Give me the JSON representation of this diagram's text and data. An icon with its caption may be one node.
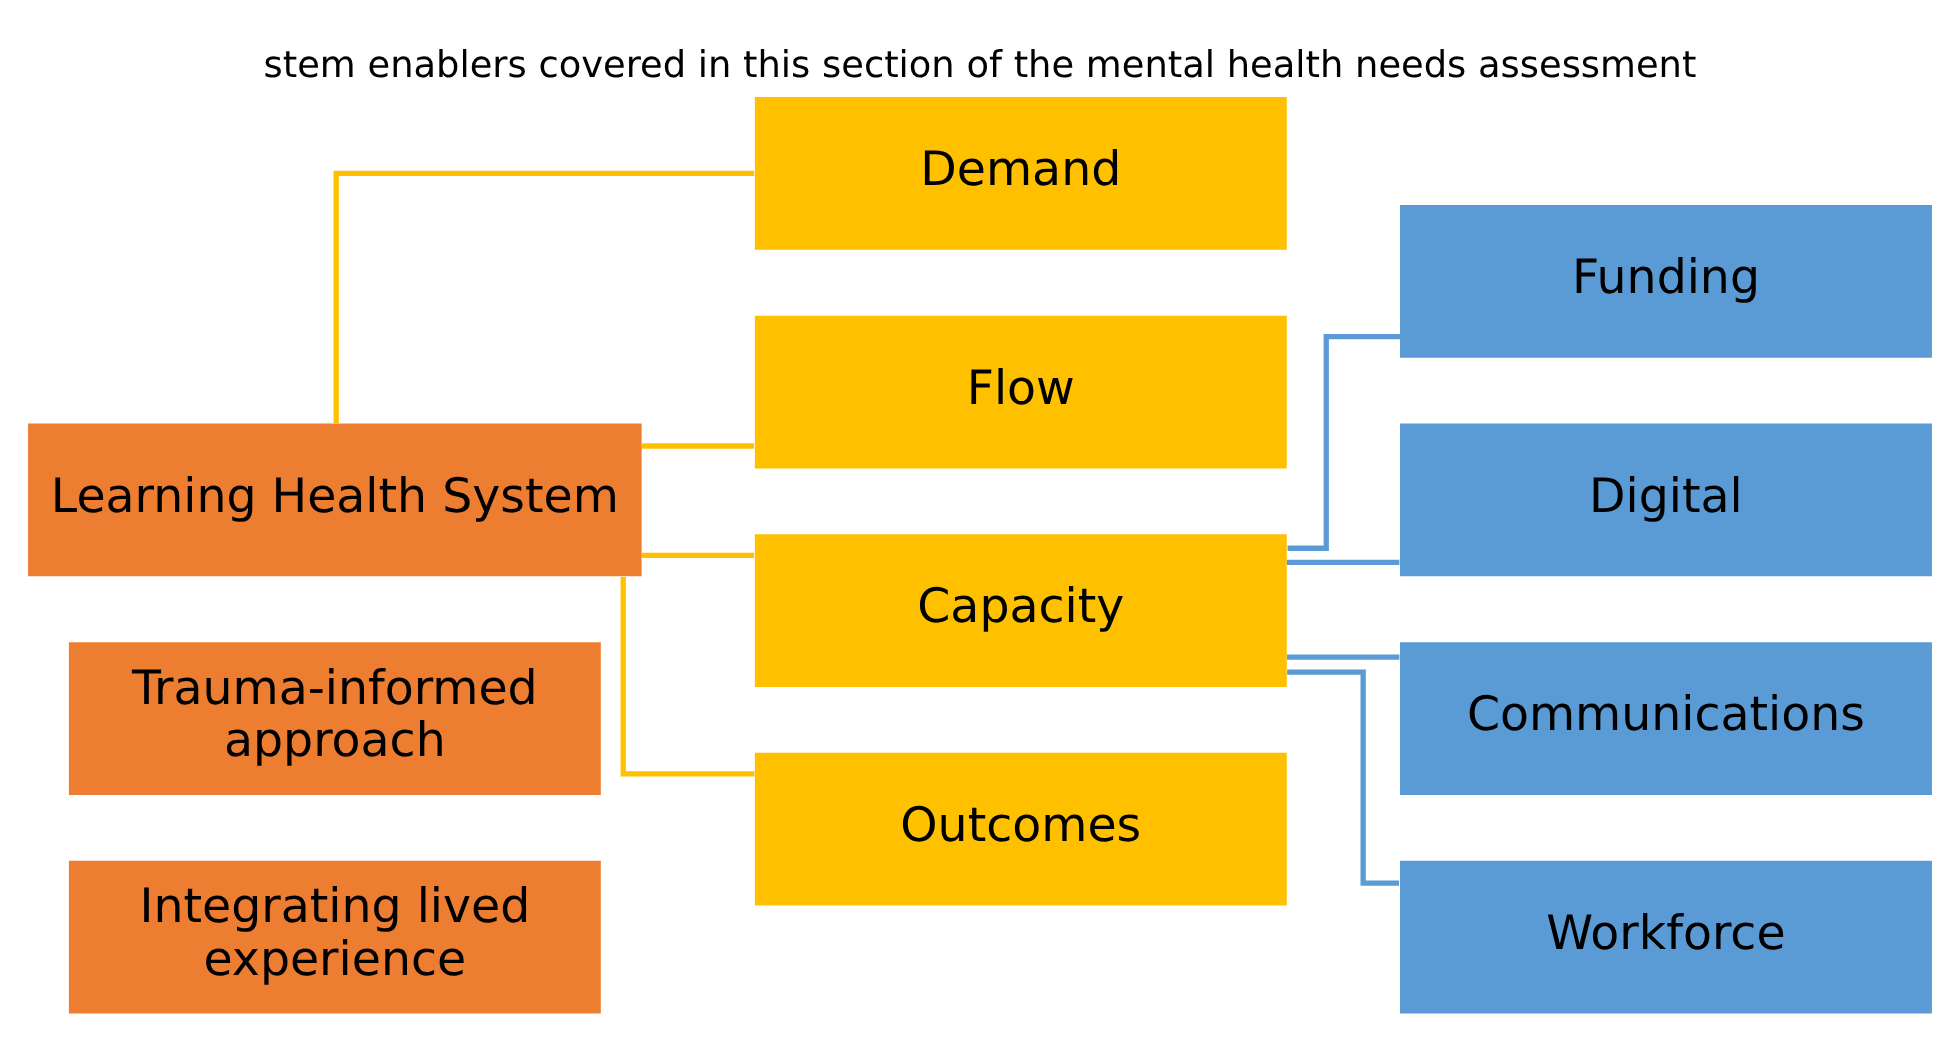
{
  "diagram": {
    "title": "stem enablers covered in this section of the mental health needs assessment",
    "nodes": [
      {
        "text": [
          "Learning Health System"
        ]
      },
      {
        "text": [
          "Trauma-informed approach"
        ]
      },
      {
        "text": [
          "Integrating lived experience"
        ]
      },
      {
        "text": [
          "Demand"
        ]
      },
      {
        "text": [
          "Flow"
        ]
      },
      {
        "text": [
          "Capacity"
        ]
      },
      {
        "text": [
          "Outcomes"
        ]
      },
      {
        "text": [
          "Funding"
        ]
      },
      {
        "text": [
          "Digital"
        ]
      },
      {
        "text": [
          "Communications"
        ]
      },
      {
        "text": [
          "Workforce"
        ]
      }
    ],
    "edges": [
      {
        "from": 0,
        "to": 3,
        "arrow": "none",
        "color": "#ffc000"
      },
      {
        "from": 0,
        "to": 4,
        "arrow": "none",
        "color": "#ffc000"
      },
      {
        "from": 0,
        "to": 5,
        "arrow": "none",
        "color": "#ffc000"
      },
      {
        "from": 0,
        "to": 6,
        "arrow": "none",
        "color": "#ffc000"
      },
      {
        "from": 5,
        "to": 7,
        "arrow": "none",
        "color": "#5b9bd5"
      },
      {
        "from": 5,
        "to": 8,
        "arrow": "none",
        "color": "#5b9bd5"
      },
      {
        "from": 5,
        "to": 9,
        "arrow": "none",
        "color": "#5b9bd5"
      },
      {
        "from": 5,
        "to": 10,
        "arrow": "none",
        "color": "#5b9bd5"
      }
    ]
  }
}
